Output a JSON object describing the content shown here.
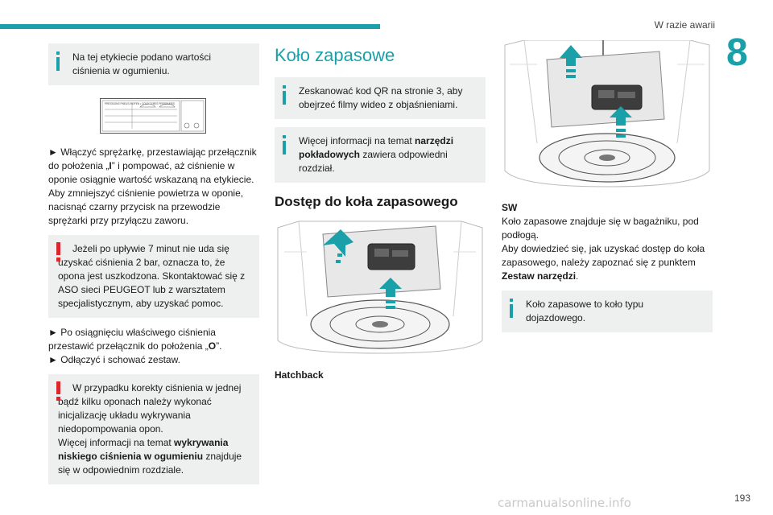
{
  "header": {
    "section": "W razie awarii",
    "chapter": "8",
    "page": "193"
  },
  "watermark": "carmanualsonline.info",
  "col1": {
    "info1": "Na tej etykiecie podano wartości ciśnienia w ogumieniu.",
    "label_title": "PRESSIONS PNEUS-REIFEN • COLD TYRES PRESSURES",
    "p1_pre": "► Włączyć sprężarkę, przestawiając przełącznik do położenia „",
    "p1_bold": "I",
    "p1_post": "” i pompować, aż ciśnienie w oponie osiągnie wartość wskazaną na etykiecie. Aby zmniejszyć ciśnienie powietrza w oponie, nacisnąć czarny przycisk na przewodzie sprężarki przy przyłączu zaworu.",
    "warn1": "Jeżeli po upływie 7 minut nie uda się uzyskać ciśnienia 2 bar, oznacza to, że opona jest uszkodzona. Skontaktować się z ASO sieci PEUGEOT lub z warsztatem specjalistycznym, aby uzyskać pomoc.",
    "p2_pre": "► Po osiągnięciu właściwego ciśnienia przestawić przełącznik do położenia „",
    "p2_bold": "O",
    "p2_post": "”.",
    "p3": "► Odłączyć i schować zestaw.",
    "warn2_a": "W przypadku korekty ciśnienia w jednej bądź kilku oponach należy wykonać inicjalizację układu wykrywania niedopompowania opon.",
    "warn2_b_pre": "Więcej informacji na temat ",
    "warn2_b_bold": "wykrywania niskiego ciśnienia w ogumieniu",
    "warn2_b_post": " znajduje się w odpowiednim rozdziale."
  },
  "col2": {
    "title": "Koło zapasowe",
    "info1": "Zeskanować kod QR na stronie 3, aby obejrzeć filmy wideo z objaśnieniami.",
    "info2_pre": "Więcej informacji na temat ",
    "info2_bold": "narzędzi pokładowych",
    "info2_post": " zawiera odpowiedni rozdział.",
    "subtitle": "Dostęp do koła zapasowego",
    "caption": "Hatchback"
  },
  "col3": {
    "sw": "SW",
    "p1": "Koło zapasowe znajduje się w bagażniku, pod podłogą.",
    "p2_pre": "Aby dowiedzieć się, jak uzyskać dostęp do koła zapasowego, należy zapoznać się z punktem ",
    "p2_bold": "Zestaw narzędzi",
    "p2_post": ".",
    "info1": "Koło zapasowe to koło typu dojazdowego."
  },
  "colors": {
    "accent": "#1aa0a8",
    "warning": "#d9272e",
    "box_bg": "#eef0f0"
  },
  "icons": [
    "info-icon",
    "warning-icon",
    "arrow-up-icon"
  ]
}
